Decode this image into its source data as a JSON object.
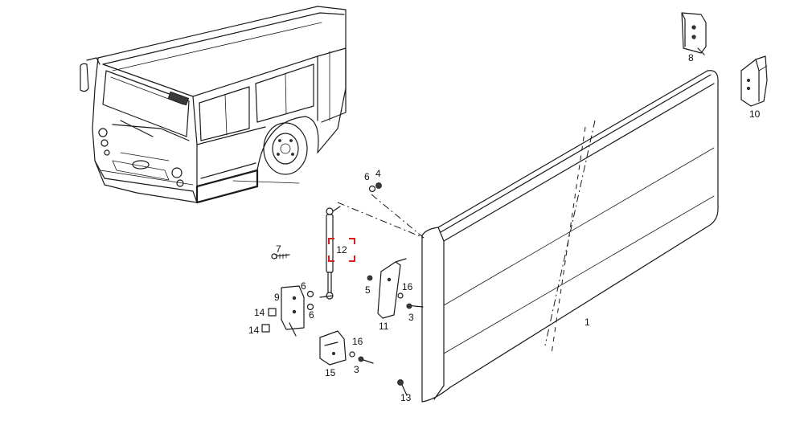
{
  "callouts": {
    "c1": "1",
    "c3a": "3",
    "c3b": "3",
    "c4": "4",
    "c5": "5",
    "c6a": "6",
    "c6b": "6",
    "c6c": "6",
    "c7": "7",
    "c8": "8",
    "c9": "9",
    "c10": "10",
    "c11": "11",
    "c12": "12",
    "c13": "13",
    "c14a": "14",
    "c14b": "14",
    "c15": "15",
    "c16a": "16",
    "c16b": "16"
  },
  "colors": {
    "line": "#1a1a1a",
    "highlight": "#d42020",
    "background": "#ffffff"
  }
}
